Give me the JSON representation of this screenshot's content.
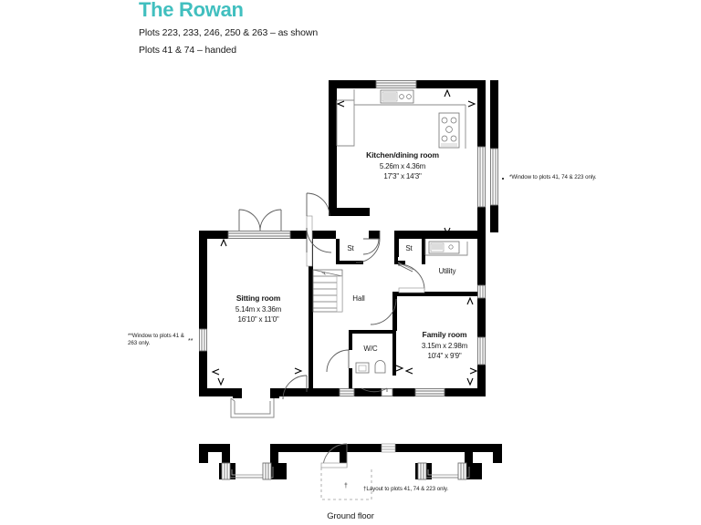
{
  "header": {
    "title": "The Rowan",
    "subtitle_1": "Plots 223, 233, 246, 250 & 263 – as shown",
    "subtitle_2": "Plots 41 & 74 – handed"
  },
  "colors": {
    "title_teal": "#41bfbf",
    "wall_black": "#000000",
    "thin_line": "#6f6f6f",
    "text": "#1a1a1a",
    "fixture_grey": "#9a9a9a"
  },
  "caption": {
    "floor": "Ground floor"
  },
  "rooms": [
    {
      "id": "kitchen-dining-room",
      "name": "Kitchen/dining room",
      "metric": "5.26m x 4.36m",
      "imperial": "17'3\" x 14'3\""
    },
    {
      "id": "sitting-room",
      "name": "Sitting room",
      "metric": "5.14m x 3.36m",
      "imperial": "16'10\" x 11'0\""
    },
    {
      "id": "family-room",
      "name": "Family room",
      "metric": "3.15m x 2.98m",
      "imperial": "10'4\" x 9'9\""
    }
  ],
  "small_rooms": [
    {
      "id": "storage-left",
      "name": "St"
    },
    {
      "id": "storage-right",
      "name": "St"
    },
    {
      "id": "utility",
      "name": "Utility"
    },
    {
      "id": "hall",
      "name": "Hall"
    },
    {
      "id": "wc",
      "name": "W/C"
    }
  ],
  "notes": {
    "window_right": "*Window to plots 41, 74 & 223 only.",
    "window_left": "**Window to plots 41 & 263 only.",
    "layout_bottom": "†Layout to plots 41, 74 & 223 only."
  },
  "markers": {
    "right_asterisk": "*",
    "left_asterisk": "**",
    "bottom_dagger": "†"
  },
  "fixtures": [
    {
      "id": "kitchen-sink",
      "name": "sink-icon"
    },
    {
      "id": "kitchen-hob",
      "name": "hob-icon"
    },
    {
      "id": "utility-sink",
      "name": "sink-icon"
    },
    {
      "id": "wc-basin",
      "name": "basin-icon"
    },
    {
      "id": "wc-toilet",
      "name": "toilet-icon"
    },
    {
      "id": "staircase",
      "name": "stairs-icon"
    }
  ]
}
